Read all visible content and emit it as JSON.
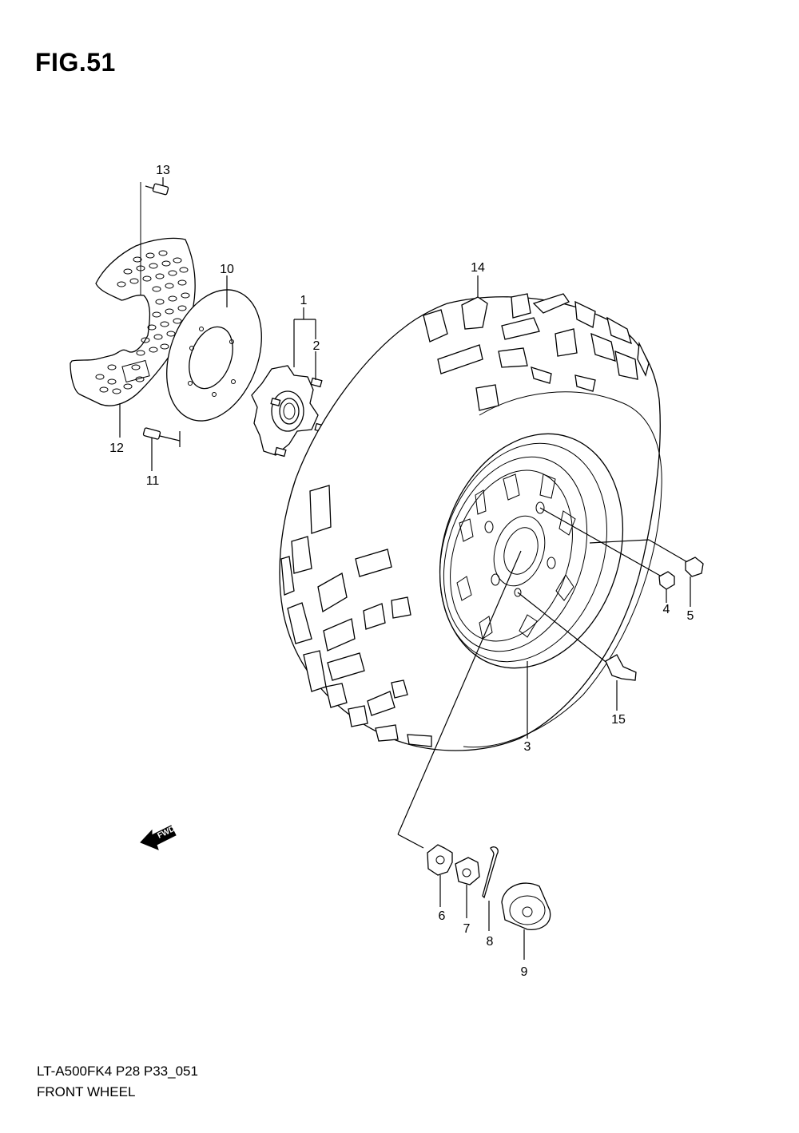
{
  "figure": {
    "title": "FIG.51",
    "model_code": "LT-A500FK4 P28 P33_051",
    "section_name": "FRONT WHEEL"
  },
  "callouts": [
    {
      "id": "c1",
      "label": "1"
    },
    {
      "id": "c2",
      "label": "2"
    },
    {
      "id": "c3",
      "label": "3"
    },
    {
      "id": "c4",
      "label": "4"
    },
    {
      "id": "c5",
      "label": "5"
    },
    {
      "id": "c6",
      "label": "6"
    },
    {
      "id": "c7",
      "label": "7"
    },
    {
      "id": "c8",
      "label": "8"
    },
    {
      "id": "c9",
      "label": "9"
    },
    {
      "id": "c10",
      "label": "10"
    },
    {
      "id": "c11",
      "label": "11"
    },
    {
      "id": "c12",
      "label": "12"
    },
    {
      "id": "c13",
      "label": "13"
    },
    {
      "id": "c14",
      "label": "14"
    },
    {
      "id": "c15",
      "label": "15"
    }
  ],
  "fwd_arrow": {
    "label": "FWD",
    "icon": "fwd-arrow-icon"
  }
}
